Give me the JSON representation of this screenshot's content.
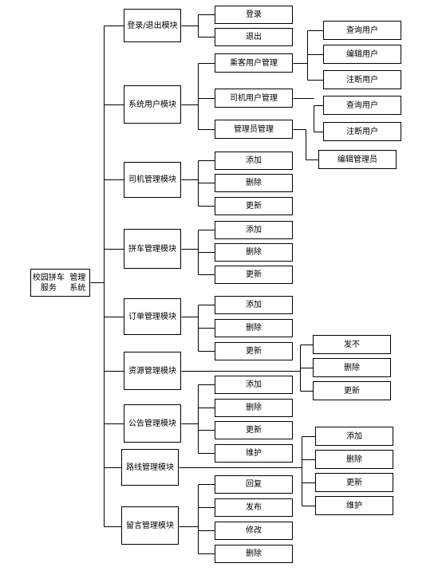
{
  "root": {
    "line1": "校园拼车服务",
    "line2": "管理系统"
  },
  "modules": [
    {
      "label": "登录/退出模块",
      "children": [
        {
          "label": "登录"
        },
        {
          "label": "退出"
        }
      ]
    },
    {
      "label": "系统用户模块",
      "children": [
        {
          "label": "乘客用户管理",
          "children": [
            {
              "label": "查询用户"
            },
            {
              "label": "编辑用户"
            },
            {
              "label": "注断用户"
            }
          ]
        },
        {
          "label": "司机用户管理",
          "children": [
            {
              "label": "查询用户"
            },
            {
              "label": "注断用户"
            }
          ]
        },
        {
          "label": "管理员管理",
          "children": [
            {
              "label": "编辑管理员"
            }
          ]
        }
      ]
    },
    {
      "label": "司机管理模块",
      "children": [
        {
          "label": "添加"
        },
        {
          "label": "删除"
        },
        {
          "label": "更新"
        }
      ]
    },
    {
      "label": "拼车管理模块",
      "children": [
        {
          "label": "添加"
        },
        {
          "label": "删除"
        },
        {
          "label": "更新"
        }
      ]
    },
    {
      "label": "订单管理模块",
      "children": [
        {
          "label": "添加"
        },
        {
          "label": "删除"
        },
        {
          "label": "更新"
        }
      ]
    },
    {
      "label": "资源管理模块",
      "children": [
        {
          "label": "发不"
        },
        {
          "label": "删除"
        },
        {
          "label": "更新"
        }
      ]
    },
    {
      "label": "公告管理模块",
      "children": [
        {
          "label": "添加"
        },
        {
          "label": "删除"
        },
        {
          "label": "更新"
        },
        {
          "label": "维护"
        }
      ]
    },
    {
      "label": "路线管理模块",
      "children": [
        {
          "label": "添加"
        },
        {
          "label": "删除"
        },
        {
          "label": "更新"
        },
        {
          "label": "维护"
        }
      ]
    },
    {
      "label": "留言管理模块",
      "children": [
        {
          "label": "回复"
        },
        {
          "label": "发布"
        },
        {
          "label": "修改"
        },
        {
          "label": "删除"
        }
      ]
    }
  ]
}
